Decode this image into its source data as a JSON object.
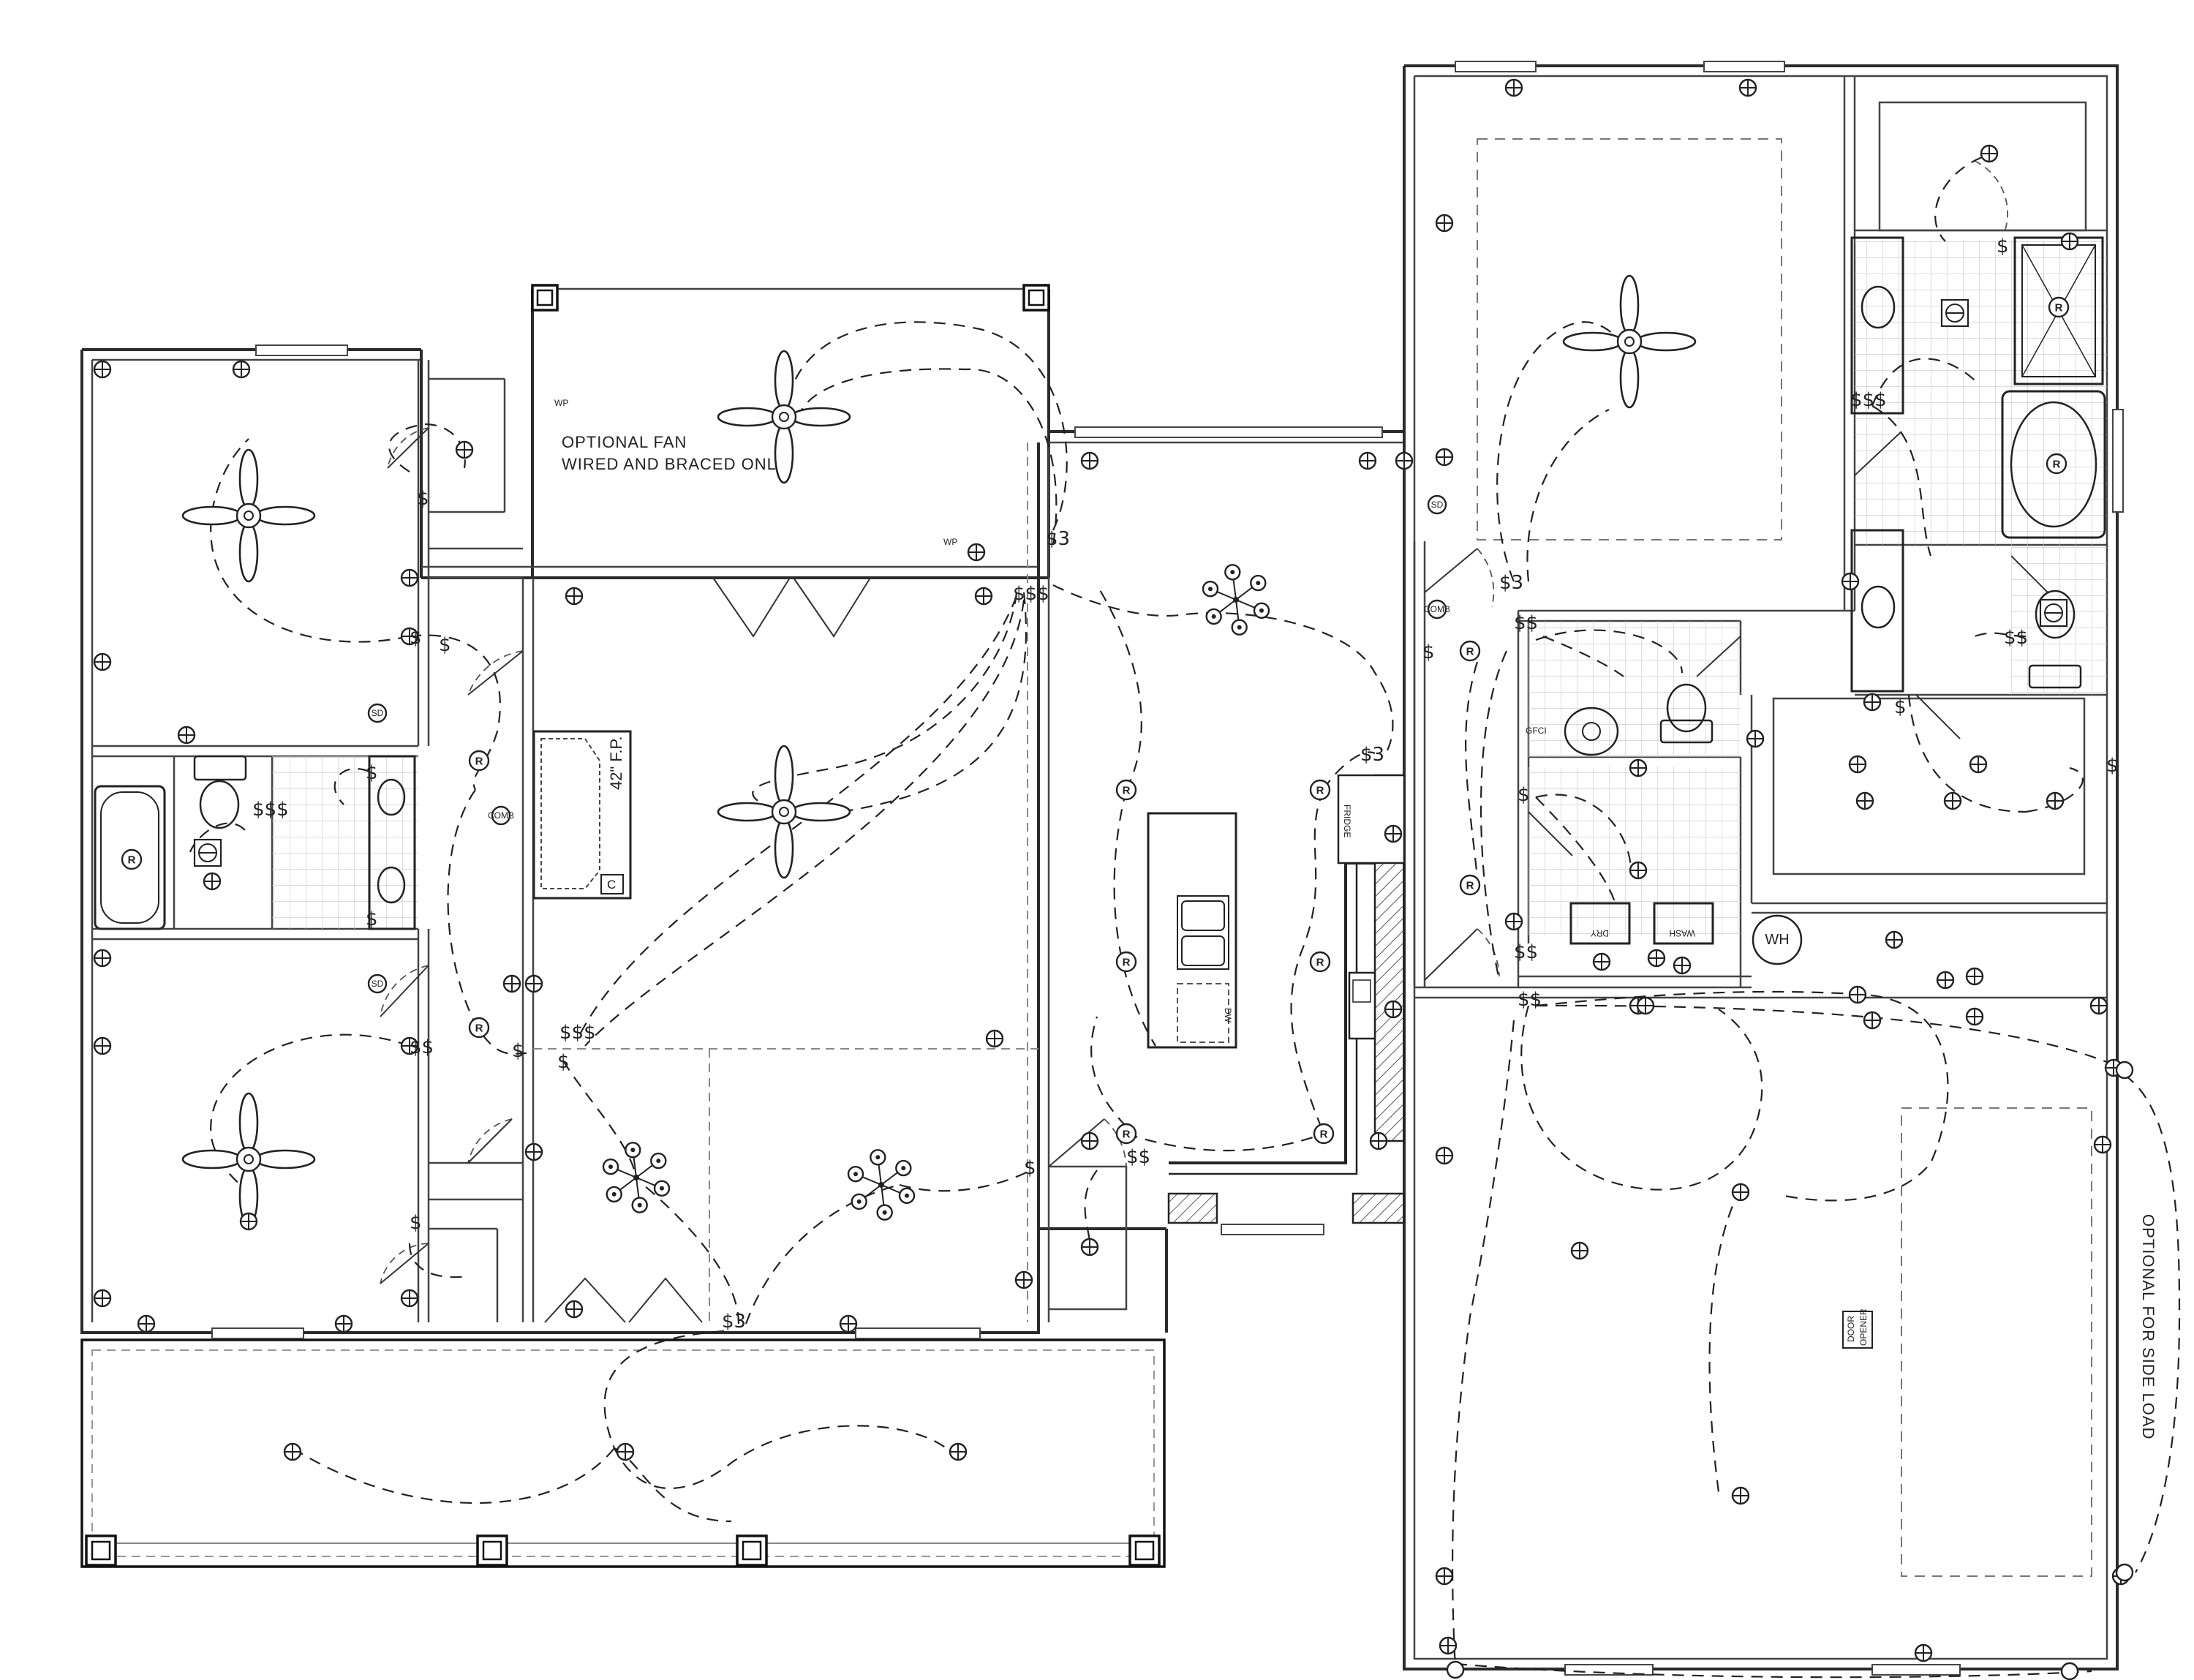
{
  "labels": {
    "optional_fan_line1": "OPTIONAL FAN",
    "optional_fan_line2": "WIRED AND BRACED ONLY",
    "fireplace": "42\" F.P.",
    "optional_side_load": "OPTIONAL FOR SIDE LOAD",
    "water_heater": "WH",
    "garage_door_opener_line1": "DOOR",
    "garage_door_opener_line2": "OPENER",
    "fridge": "FRIDGE",
    "dryer": "DRY",
    "washer": "WASH",
    "dishwasher": "DW",
    "gfci": "GFCI",
    "weatherproof": "WP",
    "smoke_detector": "SD",
    "combo_detector": "COMB",
    "recessed": "R",
    "chime": "C",
    "switch_single": "$",
    "switch_double": "$$",
    "switch_triple": "$$$",
    "switch_3way": "$3"
  },
  "colors": {
    "line": "#222222",
    "wall": "#2b2b2b",
    "grid": "#bdbdbd",
    "background": "#ffffff"
  },
  "icons": [
    "ceiling-fan-icon",
    "light-fixture-icon",
    "recessed-light-icon",
    "switch-symbol-icon",
    "chandelier-icon",
    "exhaust-fan-icon",
    "smoke-detector-icon",
    "toilet-icon",
    "sink-icon",
    "bathtub-icon",
    "shower-icon"
  ]
}
